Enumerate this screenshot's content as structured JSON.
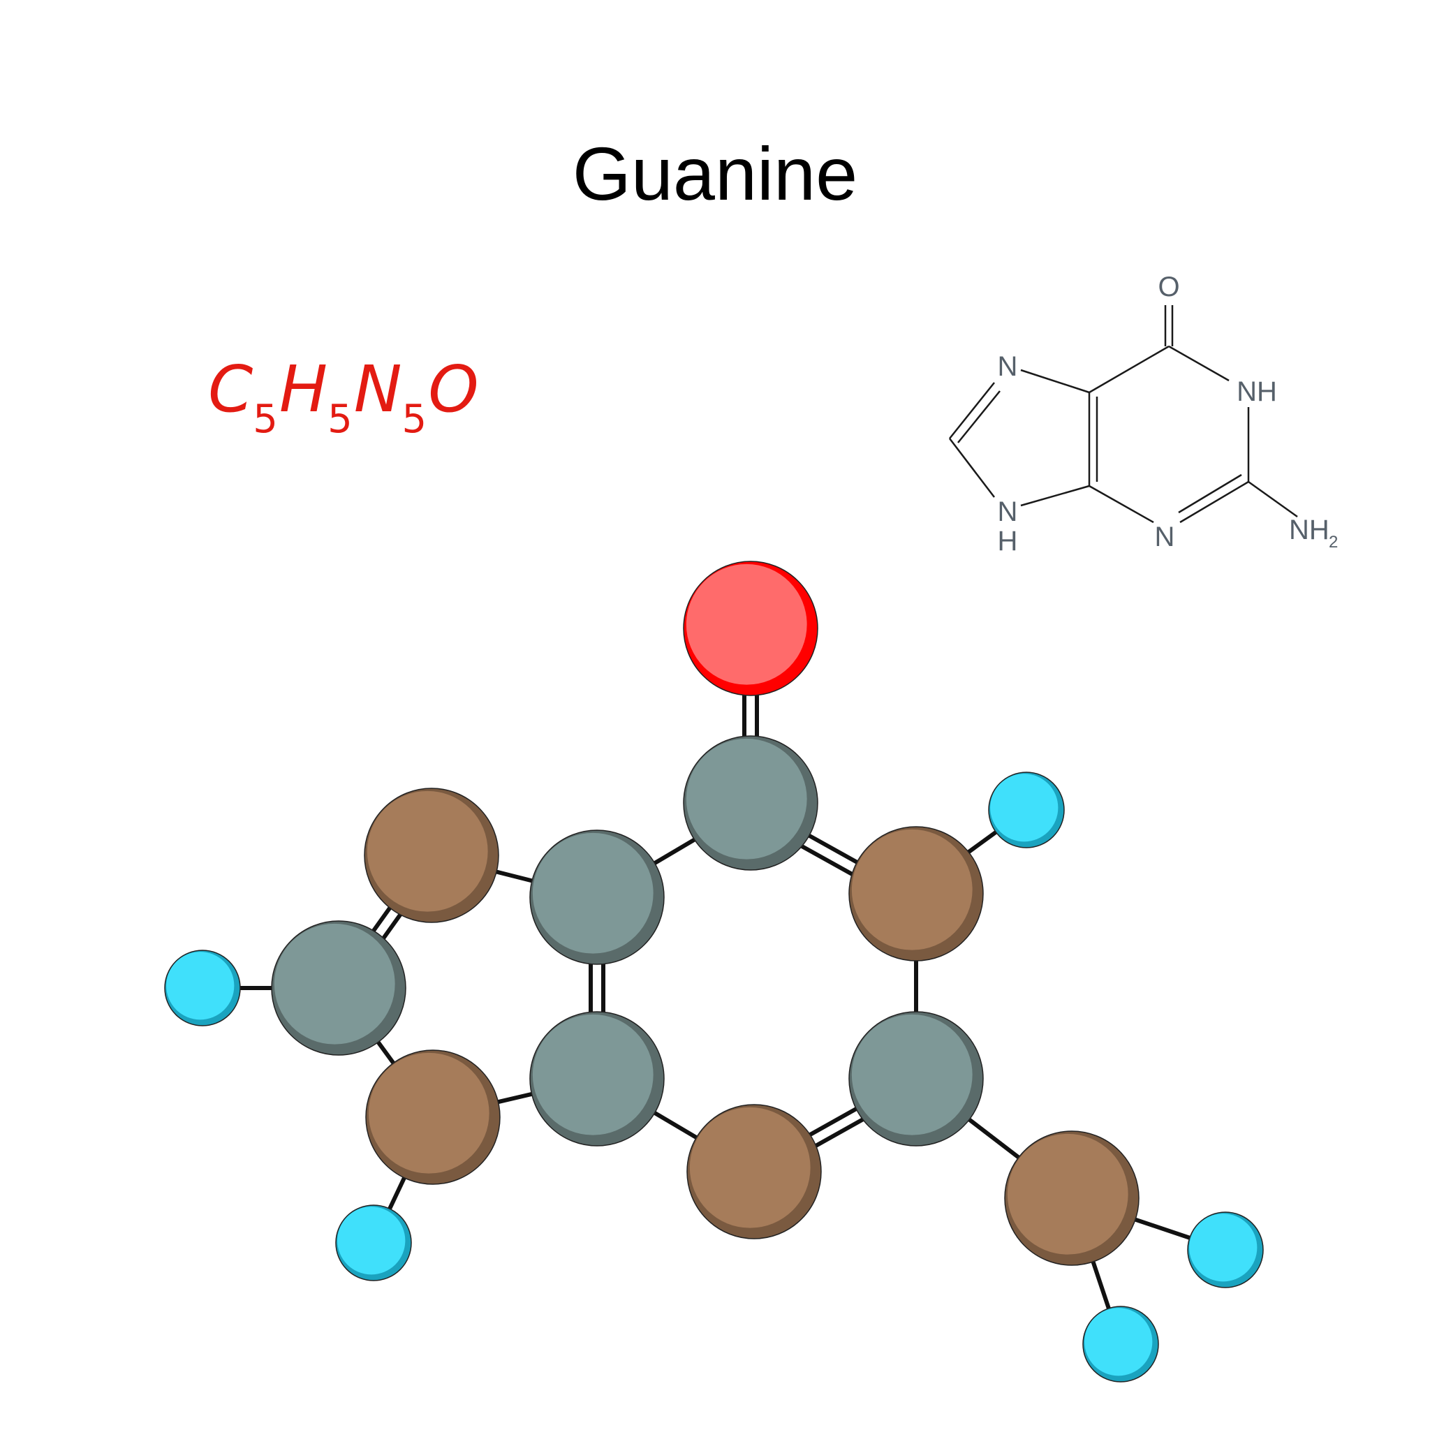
{
  "title": "Guanine",
  "formula": {
    "parts": [
      {
        "symbol": "C",
        "count": "5"
      },
      {
        "symbol": "H",
        "count": "5"
      },
      {
        "symbol": "N",
        "count": "5"
      },
      {
        "symbol": "O",
        "count": ""
      }
    ]
  },
  "skeletal_formula": {
    "labels": {
      "o": "O",
      "nh_ring": "NH",
      "n_top": "N",
      "nh_bottom_n": "N",
      "nh_bottom_h": "H",
      "n_bottom": "N",
      "nh2": "NH",
      "nh2_sub": "2"
    }
  },
  "colors": {
    "title": "#000000",
    "formula": "#e31b12",
    "carbon": "#7e9897",
    "nitrogen": "#a67c5a",
    "oxygen": "#ff6b6b",
    "hydrogen": "#40e0fb",
    "skeletal": "#56606a"
  },
  "ball_model": {
    "atoms": [
      {
        "id": "O",
        "element": "oxygen"
      },
      {
        "id": "C_carbonyl",
        "element": "carbon"
      },
      {
        "id": "N_imidazole_top",
        "element": "nitrogen"
      },
      {
        "id": "C_fused_top",
        "element": "carbon"
      },
      {
        "id": "N_ring_right",
        "element": "nitrogen"
      },
      {
        "id": "C_imidazole",
        "element": "carbon"
      },
      {
        "id": "C_fused_bottom",
        "element": "carbon"
      },
      {
        "id": "C_amino",
        "element": "carbon"
      },
      {
        "id": "N_imidazole_bottom",
        "element": "nitrogen"
      },
      {
        "id": "N_ring_bottom",
        "element": "nitrogen"
      },
      {
        "id": "N_amino",
        "element": "nitrogen"
      },
      {
        "id": "H_ring_right",
        "element": "hydrogen"
      },
      {
        "id": "H_imidazole",
        "element": "hydrogen"
      },
      {
        "id": "H_imidazole_bottom",
        "element": "hydrogen"
      },
      {
        "id": "H_amino_1",
        "element": "hydrogen"
      },
      {
        "id": "H_amino_2",
        "element": "hydrogen"
      }
    ]
  }
}
